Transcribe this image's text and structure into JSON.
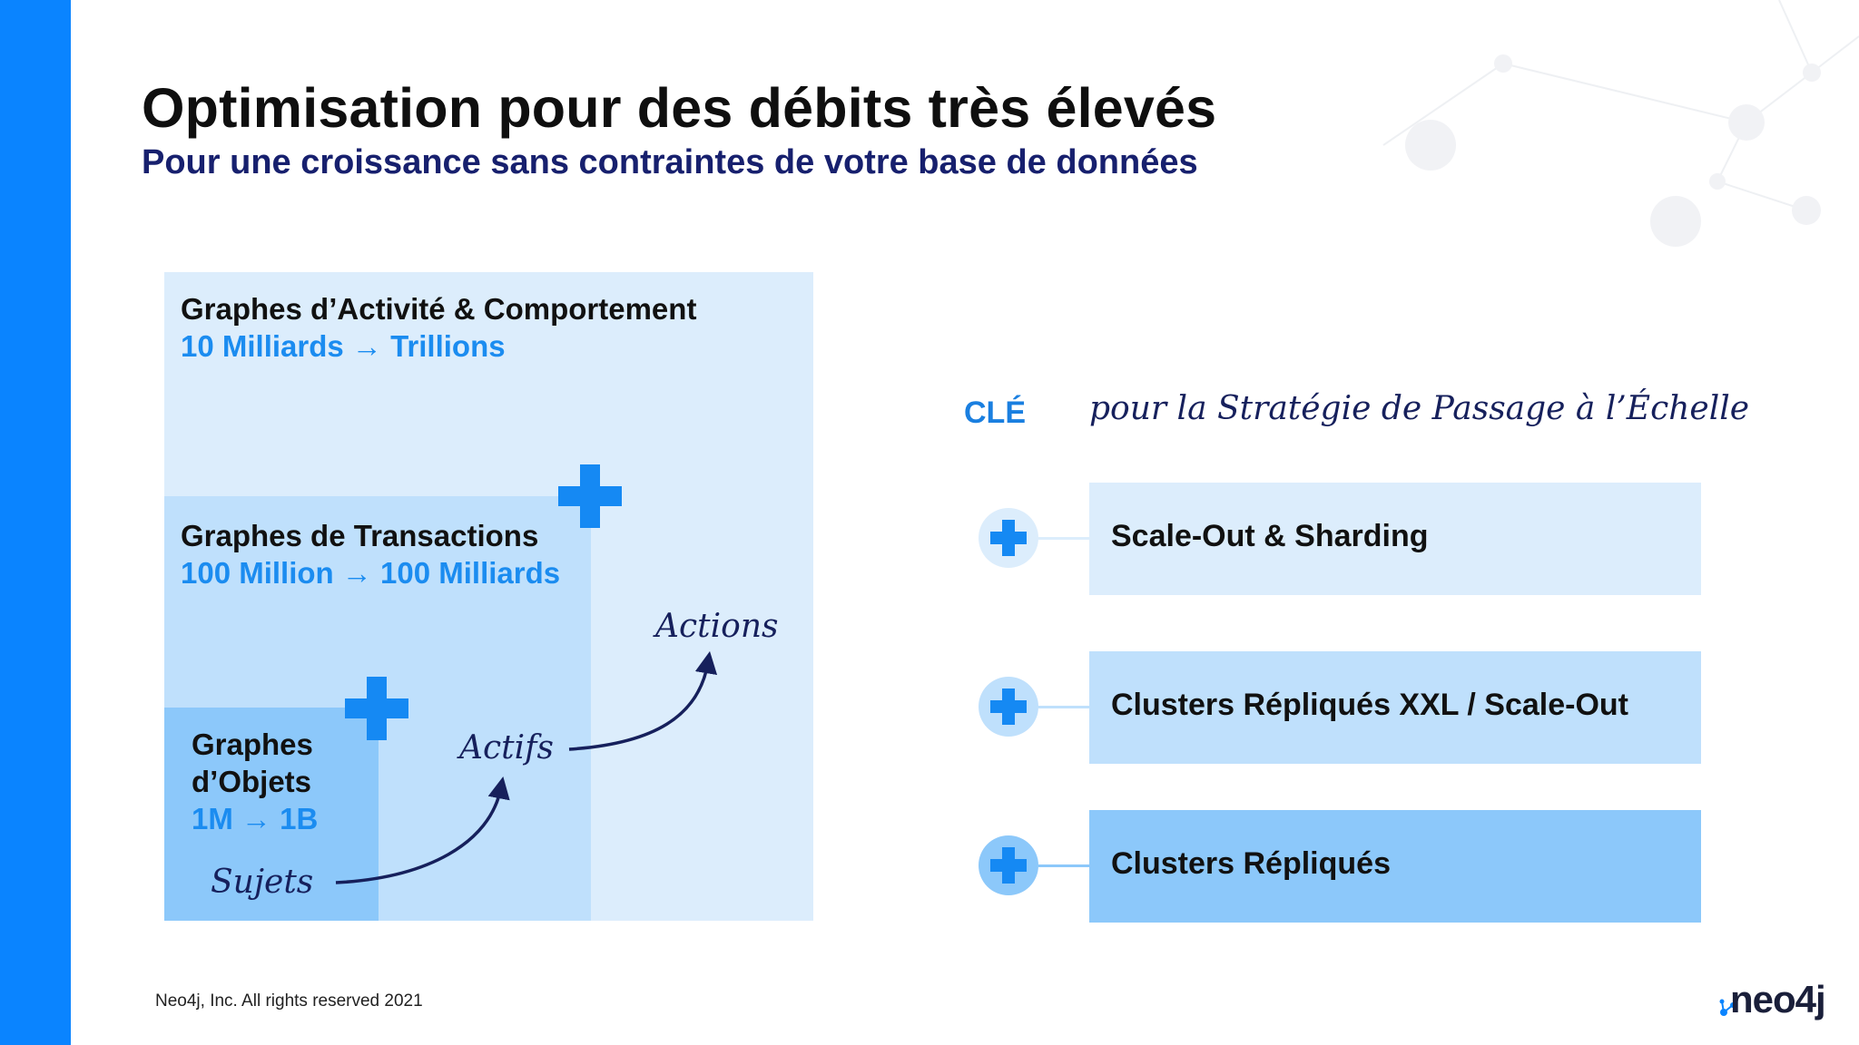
{
  "slide": {
    "title": "Optimisation pour des débits très élevés",
    "subtitle": "Pour une croissance sans contraintes de votre base de données"
  },
  "boxes": {
    "outer": {
      "title": "Graphes d’Activité & Comportement",
      "range": "10 Milliards → Trillions"
    },
    "mid": {
      "title": "Graphes de Transactions",
      "range": "100 Million → 100 Milliards"
    },
    "inner": {
      "title_line1": "Graphes",
      "title_line2": "d’Objets",
      "range": "1M → 1B"
    }
  },
  "annotations": {
    "sujets": "Sujets",
    "actifs": "Actifs",
    "actions": "Actions"
  },
  "key": {
    "label": "CLÉ",
    "description": "pour la Stratégie de Passage à l’Échelle",
    "items": [
      {
        "text": "Scale-Out & Sharding",
        "box_color": "#dcedfc",
        "circle_color": "#dcedfc"
      },
      {
        "text": "Clusters Répliqués XXL  / Scale-Out",
        "box_color": "#bfe0fc",
        "circle_color": "#bfe0fc"
      },
      {
        "text": "Clusters Répliqués",
        "box_color": "#8cc8fa",
        "circle_color": "#8cc8fa"
      }
    ]
  },
  "footer": {
    "copyright": "Neo4j, Inc. All rights reserved 2021"
  },
  "logo": {
    "text": "neo4j"
  },
  "colors": {
    "accent": "#0a84ff",
    "plus": "#1589f3",
    "navy": "#17206e"
  }
}
